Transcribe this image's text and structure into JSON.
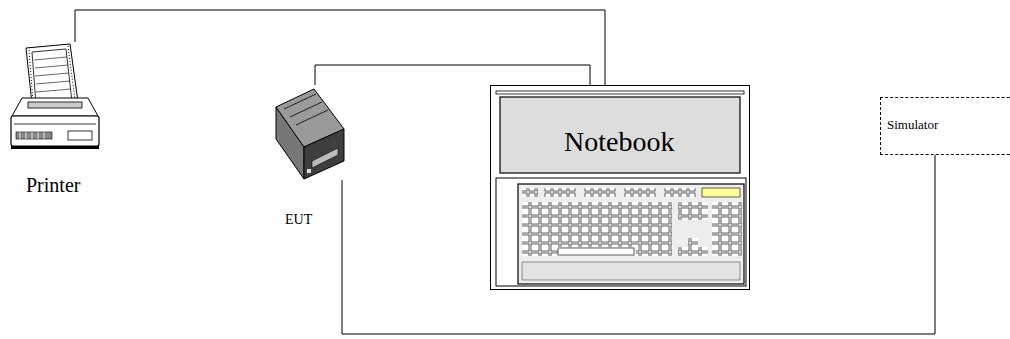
{
  "diagram": {
    "nodes": [
      {
        "text": [
          "Printer"
        ]
      },
      {
        "text": [
          "EUT"
        ]
      },
      {
        "text": [
          "Notebook"
        ]
      },
      {
        "text": [
          "Simulator"
        ]
      }
    ],
    "edges": [
      {
        "from": 0,
        "to": 2,
        "arrow": "none"
      },
      {
        "from": 1,
        "to": 2,
        "arrow": "none"
      },
      {
        "from": 1,
        "to": 3,
        "arrow": "none"
      }
    ]
  }
}
